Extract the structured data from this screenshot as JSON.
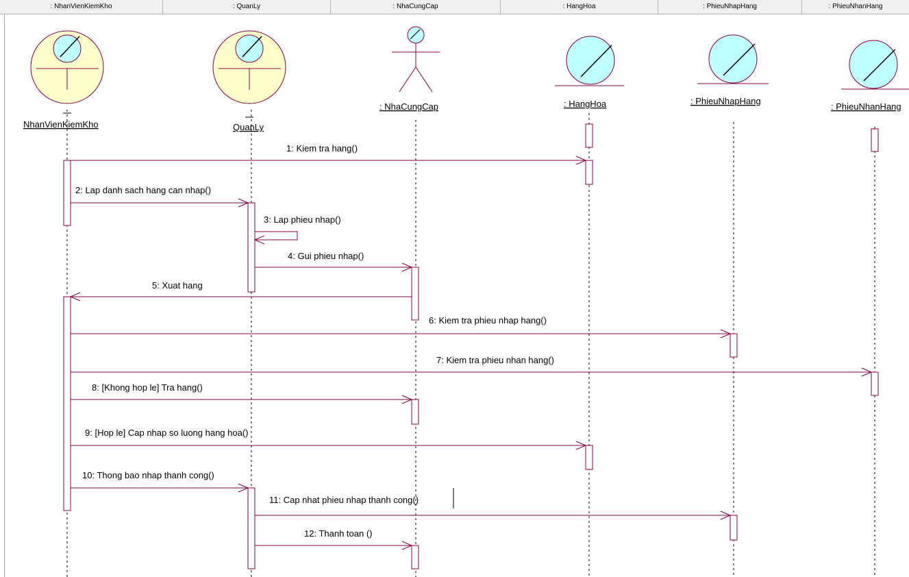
{
  "header": {
    "columns": [
      ": NhanVienKiemKho",
      ": QuanLy",
      ": NhaCungCap",
      ": HangHoa",
      ": PhieuNhapHang",
      ": PhieuNhanHang"
    ]
  },
  "objects": {
    "nhanvien": "NhanVienKiemKho",
    "quanly": "QuanLy",
    "nhacungcap": ": NhaCungCap",
    "hanghoa": ": HangHoa",
    "phieunhap": ": PhieuNhapHang",
    "phieunhan": ": PhieuNhanHang"
  },
  "messages": {
    "m1": "1: Kiem tra hang()",
    "m2": "2: Lap danh sach hang can nhap()",
    "m3": "3: Lap phieu nhap()",
    "m4": "4: Gui phieu nhap()",
    "m5": "5: Xuat hang",
    "m6": "6: Kiem tra phieu nhap hang()",
    "m7": "7: Kiem tra phieu nhan hang()",
    "m8": "8: [Khong hop le] Tra hang()",
    "m9": "9: [Hop le] Cap nhap so luong hang hoa()",
    "m10": "10: Thong bao nhap thanh cong()",
    "m11": "11: Cap nhat phieu nhap thanh cong()",
    "m12": "12: Thanh toan ()"
  },
  "colors": {
    "line": "#800040",
    "fill": "#ffffcc",
    "circle": "#c0ffff",
    "lifeline": "#000000"
  }
}
